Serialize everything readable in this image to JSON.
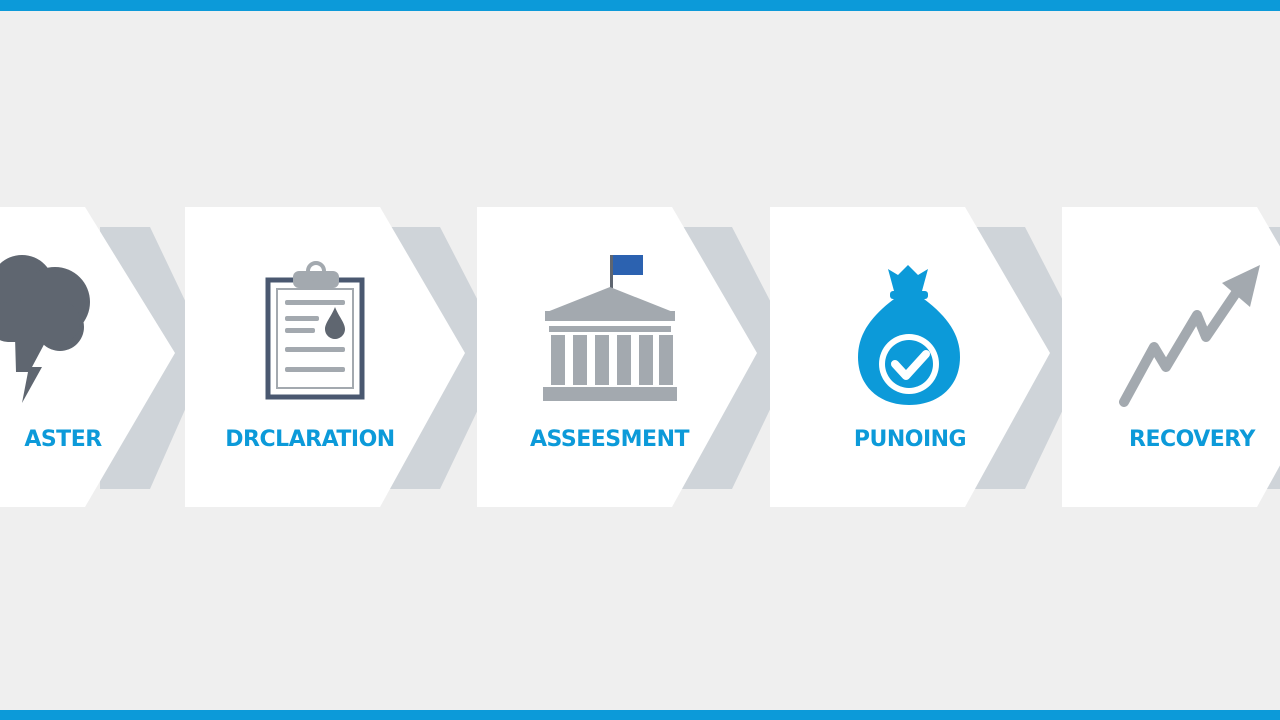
{
  "colors": {
    "accent": "#0c9ad9",
    "icon_dark": "#5f6670",
    "icon_gray": "#a3a9af",
    "flag": "#2c62b0",
    "chevron_shadow": "#cfd4d9",
    "card": "#ffffff",
    "background": "#efefef"
  },
  "steps": [
    {
      "label": "ASTER",
      "icon": "storm-cloud-icon"
    },
    {
      "label": "DRCLARATION",
      "icon": "clipboard-icon"
    },
    {
      "label": "ASSEESMENT",
      "icon": "government-building-icon"
    },
    {
      "label": "PUNOING",
      "icon": "money-bag-check-icon"
    },
    {
      "label": "RECOVERY",
      "icon": "upward-trend-arrow-icon"
    }
  ]
}
